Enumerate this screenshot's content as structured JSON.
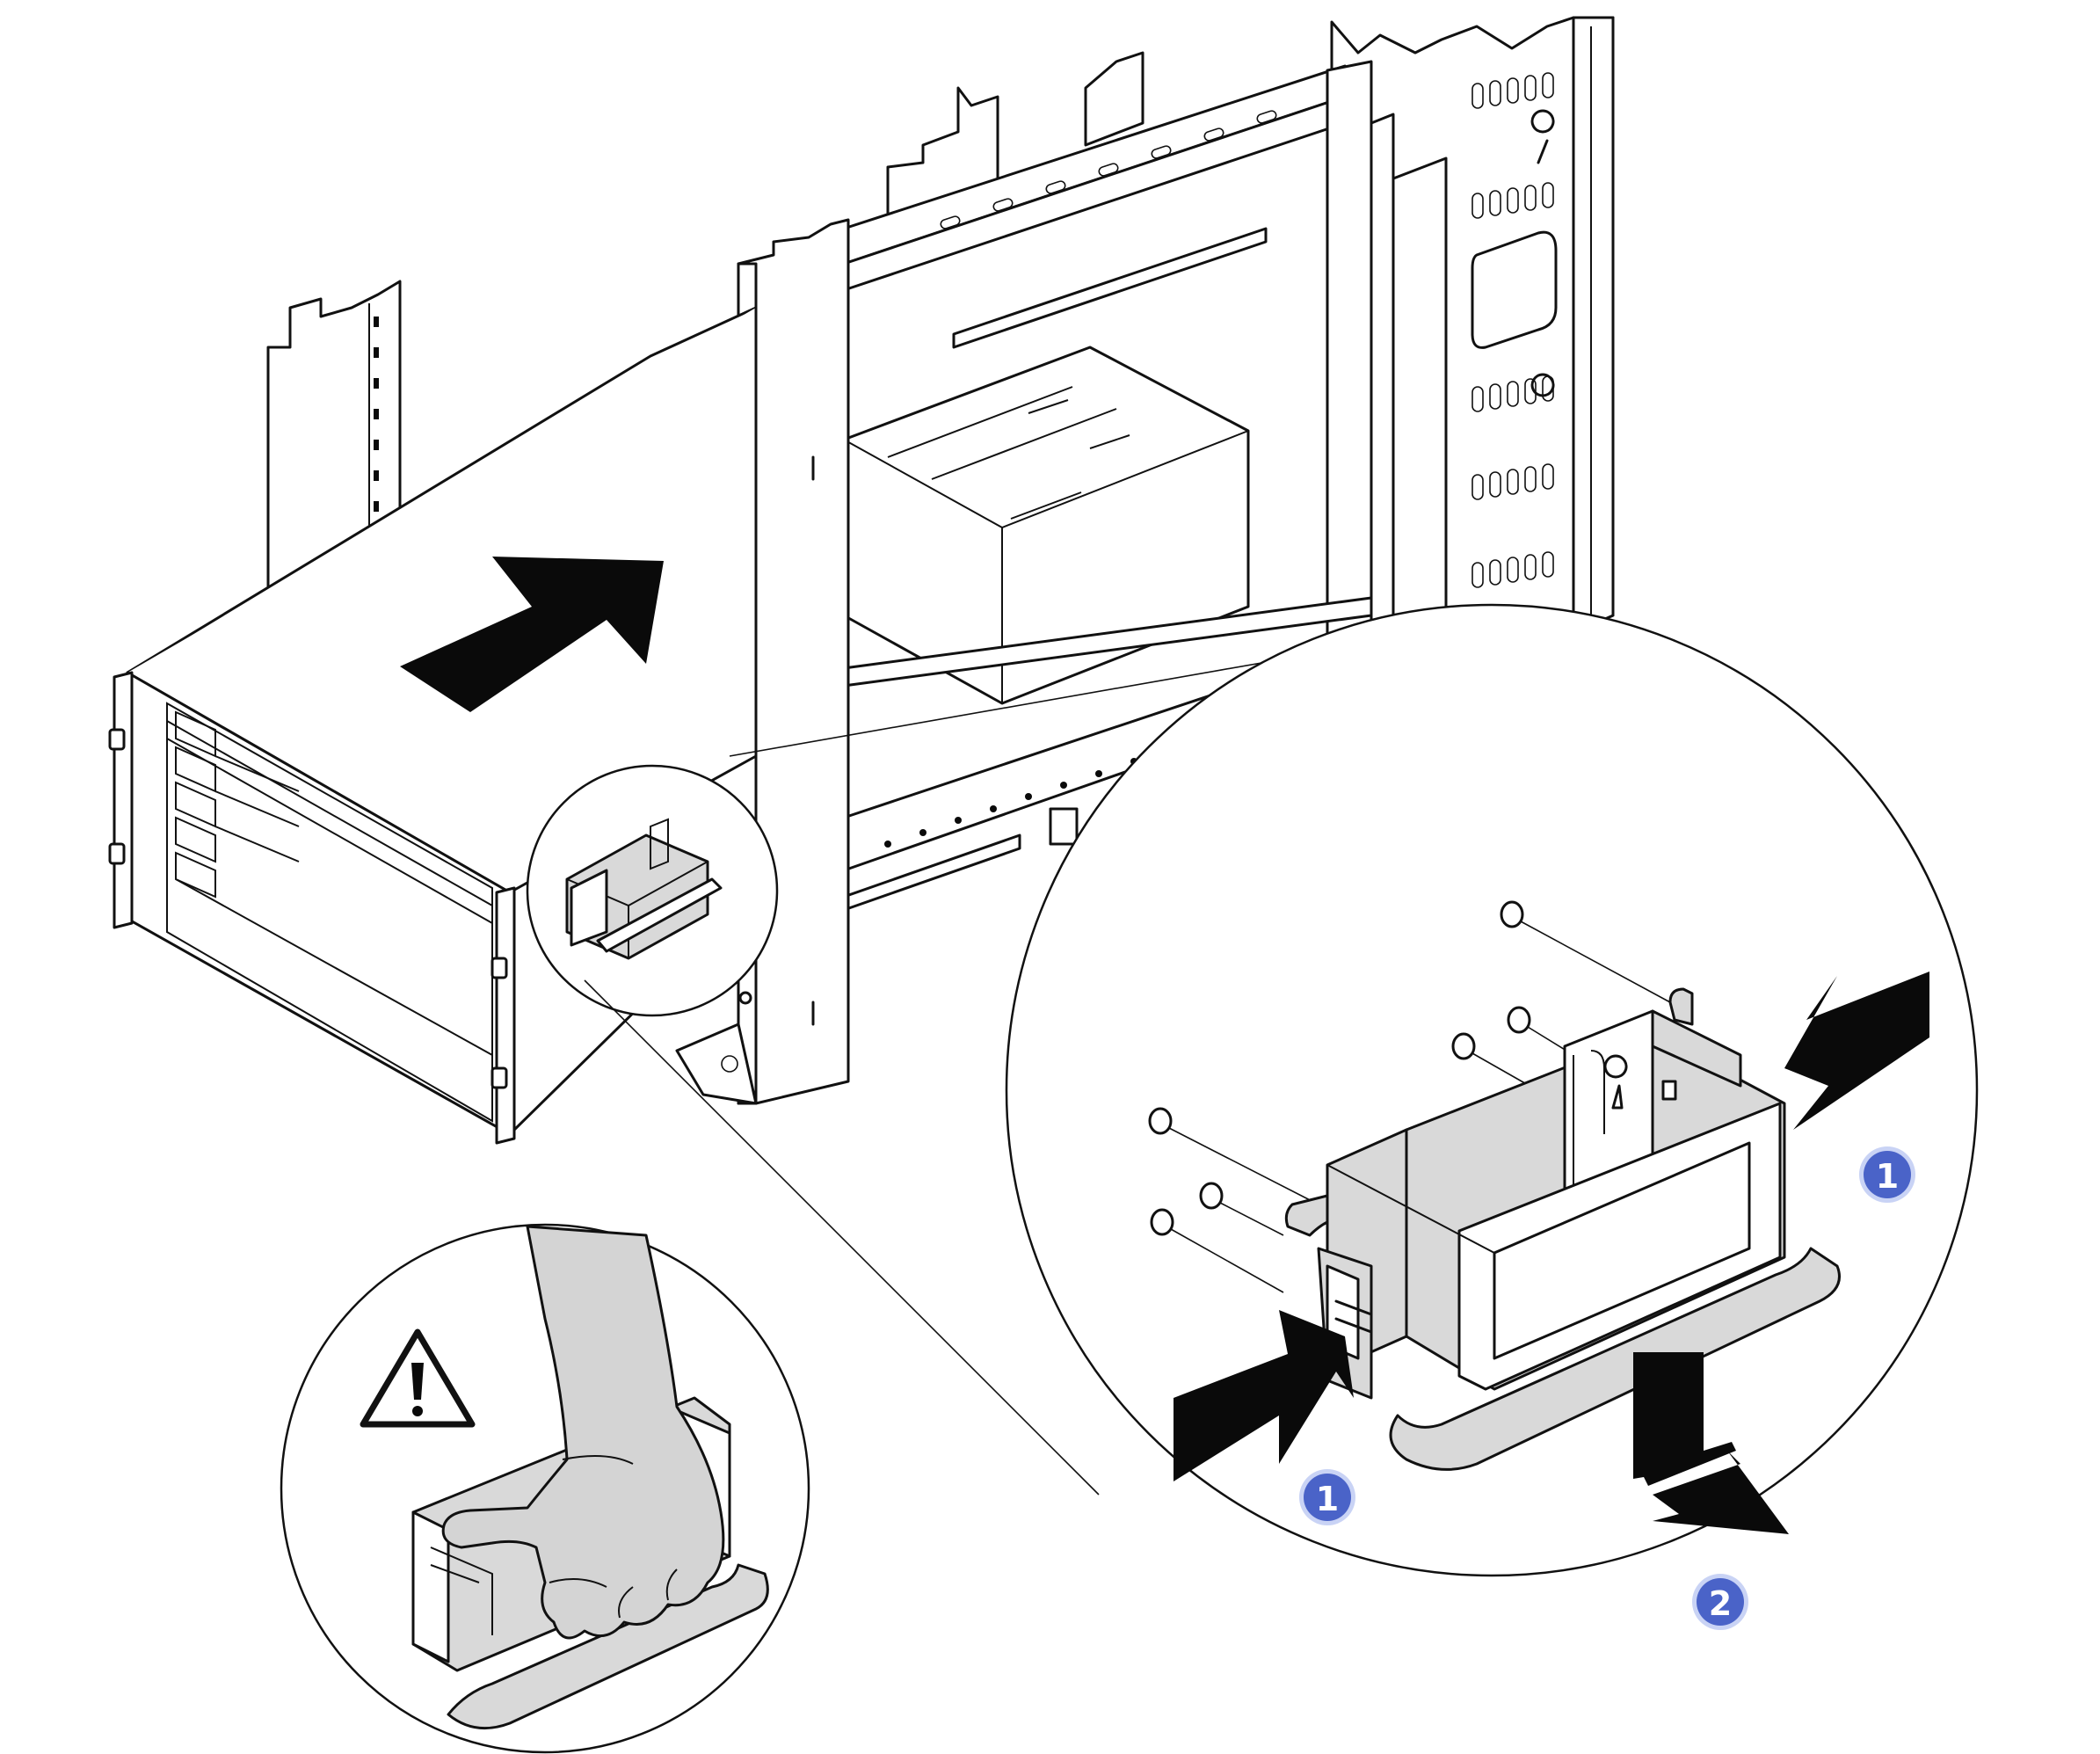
{
  "callouts": {
    "one_right": "1",
    "one_left": "1",
    "two": "2"
  },
  "colors": {
    "line": "#111111",
    "callout_fill": "#4a63c8",
    "callout_ring": "#c9d3f5",
    "part_gray": "#d9d9d9",
    "hand_gray": "#d4d4d4"
  },
  "icons": [
    "warning-triangle-icon",
    "push-arrow-icon",
    "pull-arrow-icon",
    "hand-icon"
  ]
}
